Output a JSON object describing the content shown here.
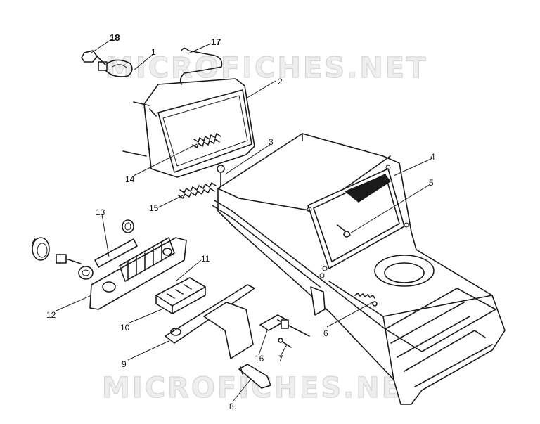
{
  "watermark_top": "MICROFICHES.NET",
  "watermark_bottom": "MICROFICHES.NET",
  "callouts": {
    "c1": "1",
    "c2": "2",
    "c3": "3",
    "c4": "4",
    "c5": "5",
    "c6": "6",
    "c7": "7",
    "c8": "8",
    "c9": "9",
    "c10": "10",
    "c11": "11",
    "c12": "12",
    "c13": "13",
    "c14": "14",
    "c15": "15",
    "c16": "16",
    "c17": "17",
    "c18": "18"
  }
}
